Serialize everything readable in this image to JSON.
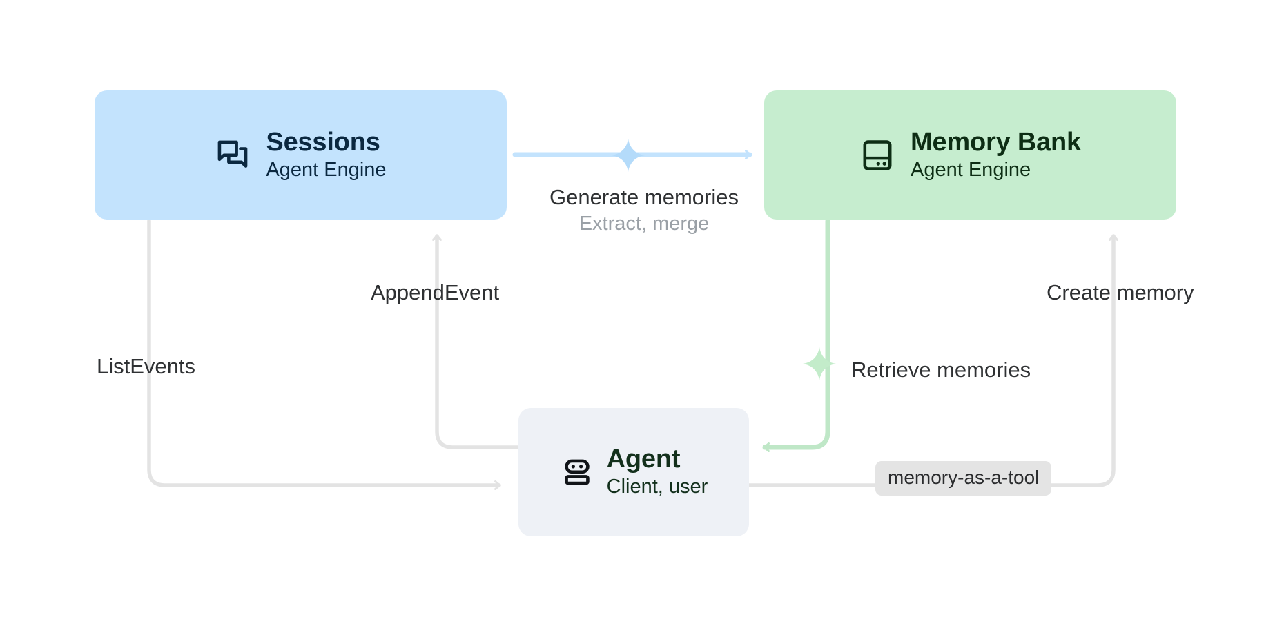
{
  "diagram": {
    "title": "Agent Engine Sessions and Memory Bank architecture",
    "background_color": "#ffffff",
    "nodes": [
      {
        "id": "sessions",
        "title": "Sessions",
        "subtitle": "Agent Engine",
        "icon": "chat-bubbles-icon",
        "fill_color": "#c3e3fd",
        "text_color": "#0b2840"
      },
      {
        "id": "memory-bank",
        "title": "Memory Bank",
        "subtitle": "Agent Engine",
        "icon": "database-storage-icon",
        "fill_color": "#c6edcf",
        "text_color": "#0d2d14"
      },
      {
        "id": "agent",
        "title": "Agent",
        "subtitle": "Client, user",
        "icon": "robot-icon",
        "fill_color": "#eef1f6",
        "text_color": "#13301c"
      }
    ],
    "edges": [
      {
        "id": "generate-memories",
        "from": "sessions",
        "to": "memory-bank",
        "label": "Generate memories",
        "sublabel": "Extract, merge",
        "color": "#c3e3fd",
        "marker": "sparkle-icon"
      },
      {
        "id": "append-event",
        "from": "agent",
        "to": "sessions",
        "label": "AppendEvent",
        "color": "#e3e3e3"
      },
      {
        "id": "list-events",
        "from": "sessions",
        "to": "agent",
        "label": "ListEvents",
        "color": "#e3e3e3"
      },
      {
        "id": "create-memory",
        "from": "agent",
        "to": "memory-bank",
        "label": "Create memory",
        "color": "#e3e3e3"
      },
      {
        "id": "retrieve-memories",
        "from": "memory-bank",
        "to": "agent",
        "label": "Retrieve memories",
        "color": "#bfe7c7",
        "marker": "sparkle-icon"
      }
    ],
    "chips": [
      {
        "id": "memory-as-a-tool",
        "label": "memory-as-a-tool",
        "fill_color": "#e4e4e4",
        "text_color": "#2b2c2e"
      }
    ],
    "colors": {
      "sessions_blue": "#c3e3fd",
      "memory_green": "#c6edcf",
      "agent_gray": "#eef1f6",
      "edge_gray": "#e3e3e3",
      "retrieve_green": "#bfe7c7",
      "label_dark": "#2f3133",
      "label_muted": "#9aa0a6"
    }
  }
}
